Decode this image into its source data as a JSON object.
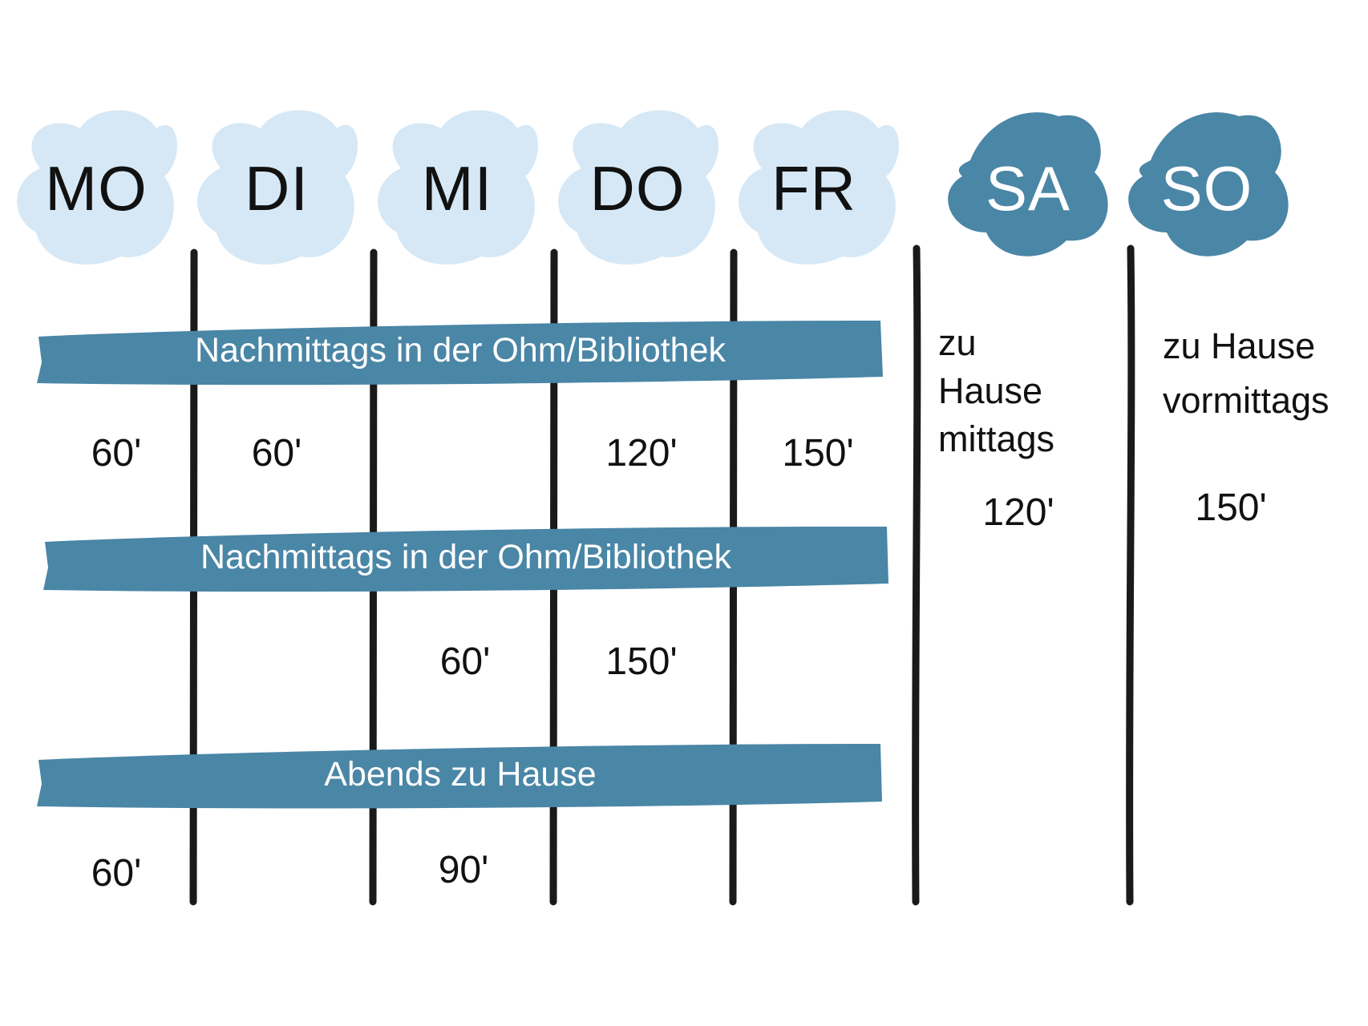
{
  "colors": {
    "weekday_blob": "#d6e8f5",
    "weekend_blob": "#4a86a6",
    "band": "#4a86a6",
    "line": "#1a1a1a",
    "text": "#111111"
  },
  "days": [
    {
      "label": "MO",
      "type": "weekday"
    },
    {
      "label": "DI",
      "type": "weekday"
    },
    {
      "label": "MI",
      "type": "weekday"
    },
    {
      "label": "DO",
      "type": "weekday"
    },
    {
      "label": "FR",
      "type": "weekday"
    },
    {
      "label": "SA",
      "type": "weekend"
    },
    {
      "label": "SO",
      "type": "weekend"
    }
  ],
  "bands": [
    {
      "label": "Nachmittags in der Ohm/Bibliothek"
    },
    {
      "label": "Nachmittags in der Ohm/Bibliothek"
    },
    {
      "label": "Abends zu Hause"
    }
  ],
  "values": {
    "row1": [
      "60'",
      "60'",
      "",
      "120'",
      "150'"
    ],
    "row2": [
      "",
      "",
      "60'",
      "150'",
      ""
    ],
    "row3": [
      "60'",
      "",
      "90'",
      "",
      ""
    ]
  },
  "saturday": {
    "lines": [
      "zu",
      "Hause",
      "mittags"
    ],
    "minutes": "120'"
  },
  "sunday": {
    "lines": [
      "zu Hause",
      "vormittags"
    ],
    "minutes": "150'"
  }
}
